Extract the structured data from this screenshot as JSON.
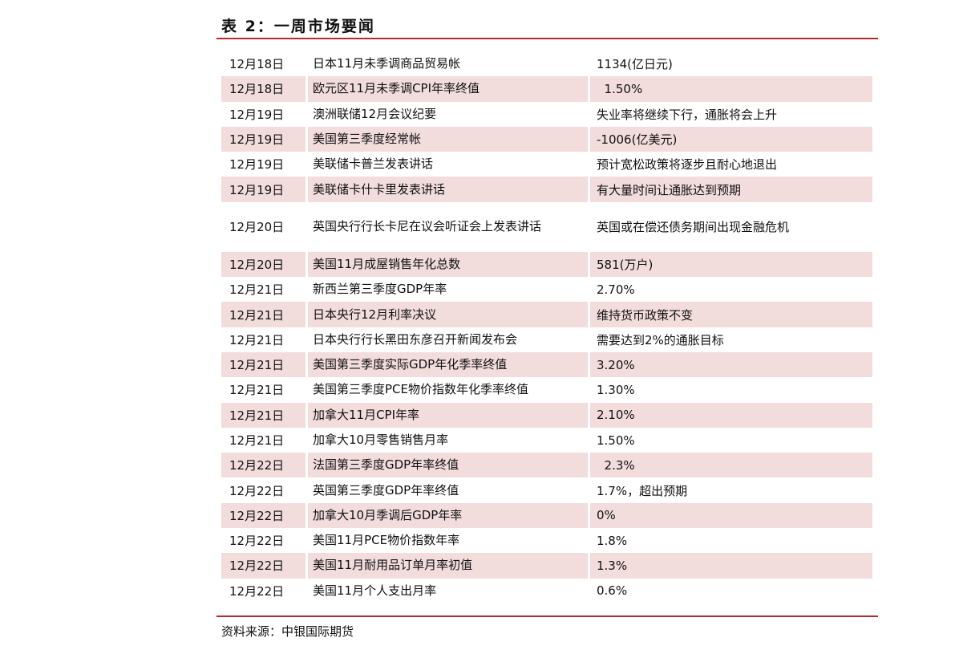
{
  "title": "表 2：一周市场要闻",
  "rows": [
    {
      "date": "12月18日",
      "event": "日本11月未季调商品贸易帐",
      "value": "1134(亿日元)"
    },
    {
      "date": "12月18日",
      "event": "欧元区11月未季调CPI年率终值",
      "value": "  1.50%"
    },
    {
      "date": "12月19日",
      "event": "澳洲联储12月会议纪要",
      "value": "失业率将继续下行，通胀将会上升"
    },
    {
      "date": "12月19日",
      "event": "美国第三季度经常帐",
      "value": "-1006(亿美元)"
    },
    {
      "date": "12月19日",
      "event": "美联储卡普兰发表讲话",
      "value": "预计宽松政策将逐步且耐心地退出"
    },
    {
      "date": "12月19日",
      "event": "美联储卡什卡里发表讲话",
      "value": "有大量时间让通胀达到预期"
    },
    {
      "date": "12月20日",
      "event": "英国央行行长卡尼在议会听证会上发表讲话",
      "value": "英国或在偿还债务期间出现金融危机"
    },
    {
      "date": "12月20日",
      "event": "美国11月成屋销售年化总数",
      "value": "581(万户)"
    },
    {
      "date": "12月21日",
      "event": "新西兰第三季度GDP年率",
      "value": "2.70%"
    },
    {
      "date": "12月21日",
      "event": "日本央行12月利率决议",
      "value": "维持货币政策不变"
    },
    {
      "date": "12月21日",
      "event": "日本央行行长黑田东彦召开新闻发布会",
      "value": "需要达到2%的通胀目标"
    },
    {
      "date": "12月21日",
      "event": "美国第三季度实际GDP年化季率终值",
      "value": "3.20%"
    },
    {
      "date": "12月21日",
      "event": "美国第三季度PCE物价指数年化季率终值",
      "value": "1.30%"
    },
    {
      "date": "12月21日",
      "event": "加拿大11月CPI年率",
      "value": "2.10%"
    },
    {
      "date": "12月21日",
      "event": "加拿大10月零售销售月率",
      "value": "1.50%"
    },
    {
      "date": "12月22日",
      "event": "法国第三季度GDP年率终值",
      "value": "  2.3%"
    },
    {
      "date": "12月22日",
      "event": "英国第三季度GDP年率终值",
      "value": "1.7%，超出预期"
    },
    {
      "date": "12月22日",
      "event": "加拿大10月季调后GDP年率",
      "value": "0%"
    },
    {
      "date": "12月22日",
      "event": "美国11月PCE物价指数年率",
      "value": "1.8%"
    },
    {
      "date": "12月22日",
      "event": "美国11月耐用品订单月率初值",
      "value": "1.3%"
    },
    {
      "date": "12月22日",
      "event": "美国11月个人支出月率",
      "value": "0.6%"
    }
  ],
  "source": "资料来源：中银国际期货"
}
